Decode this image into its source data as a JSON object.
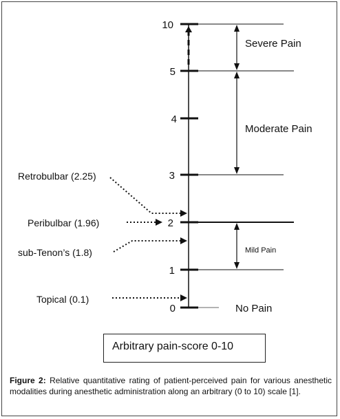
{
  "scale_ticks": [
    {
      "label": "10",
      "value": 10
    },
    {
      "label": "5",
      "value": 5
    },
    {
      "label": "4",
      "value": 4
    },
    {
      "label": "3",
      "value": 3
    },
    {
      "label": "2",
      "value": 2
    },
    {
      "label": "1",
      "value": 1
    },
    {
      "label": "0",
      "value": 0
    }
  ],
  "pain_ranges": [
    {
      "label": "Severe Pain",
      "from": 5,
      "to": 10
    },
    {
      "label": "Moderate Pain",
      "from": 3,
      "to": 5
    },
    {
      "label": "Mild Pain",
      "from": 1,
      "to": 2
    },
    {
      "label": "No Pain",
      "at": 0
    }
  ],
  "modalities": [
    {
      "label": "Retrobulbar (2.25)",
      "score": 2.25
    },
    {
      "label": "Peribulbar (1.96)",
      "score": 1.96
    },
    {
      "label": "sub-Tenon’s (1.8)",
      "score": 1.8
    },
    {
      "label": "Topical (0.1)",
      "score": 0.1
    }
  ],
  "score_box": "Arbitrary pain-score 0-10",
  "caption": {
    "prefix": "Figure 2:",
    "text": "Relative quantitative rating of patient-perceived pain for various anesthetic modalities during anesthetic administration along an arbitrary (0 to 10) scale [1]."
  },
  "colors": {
    "line": "#111111",
    "faint": "#666666"
  }
}
